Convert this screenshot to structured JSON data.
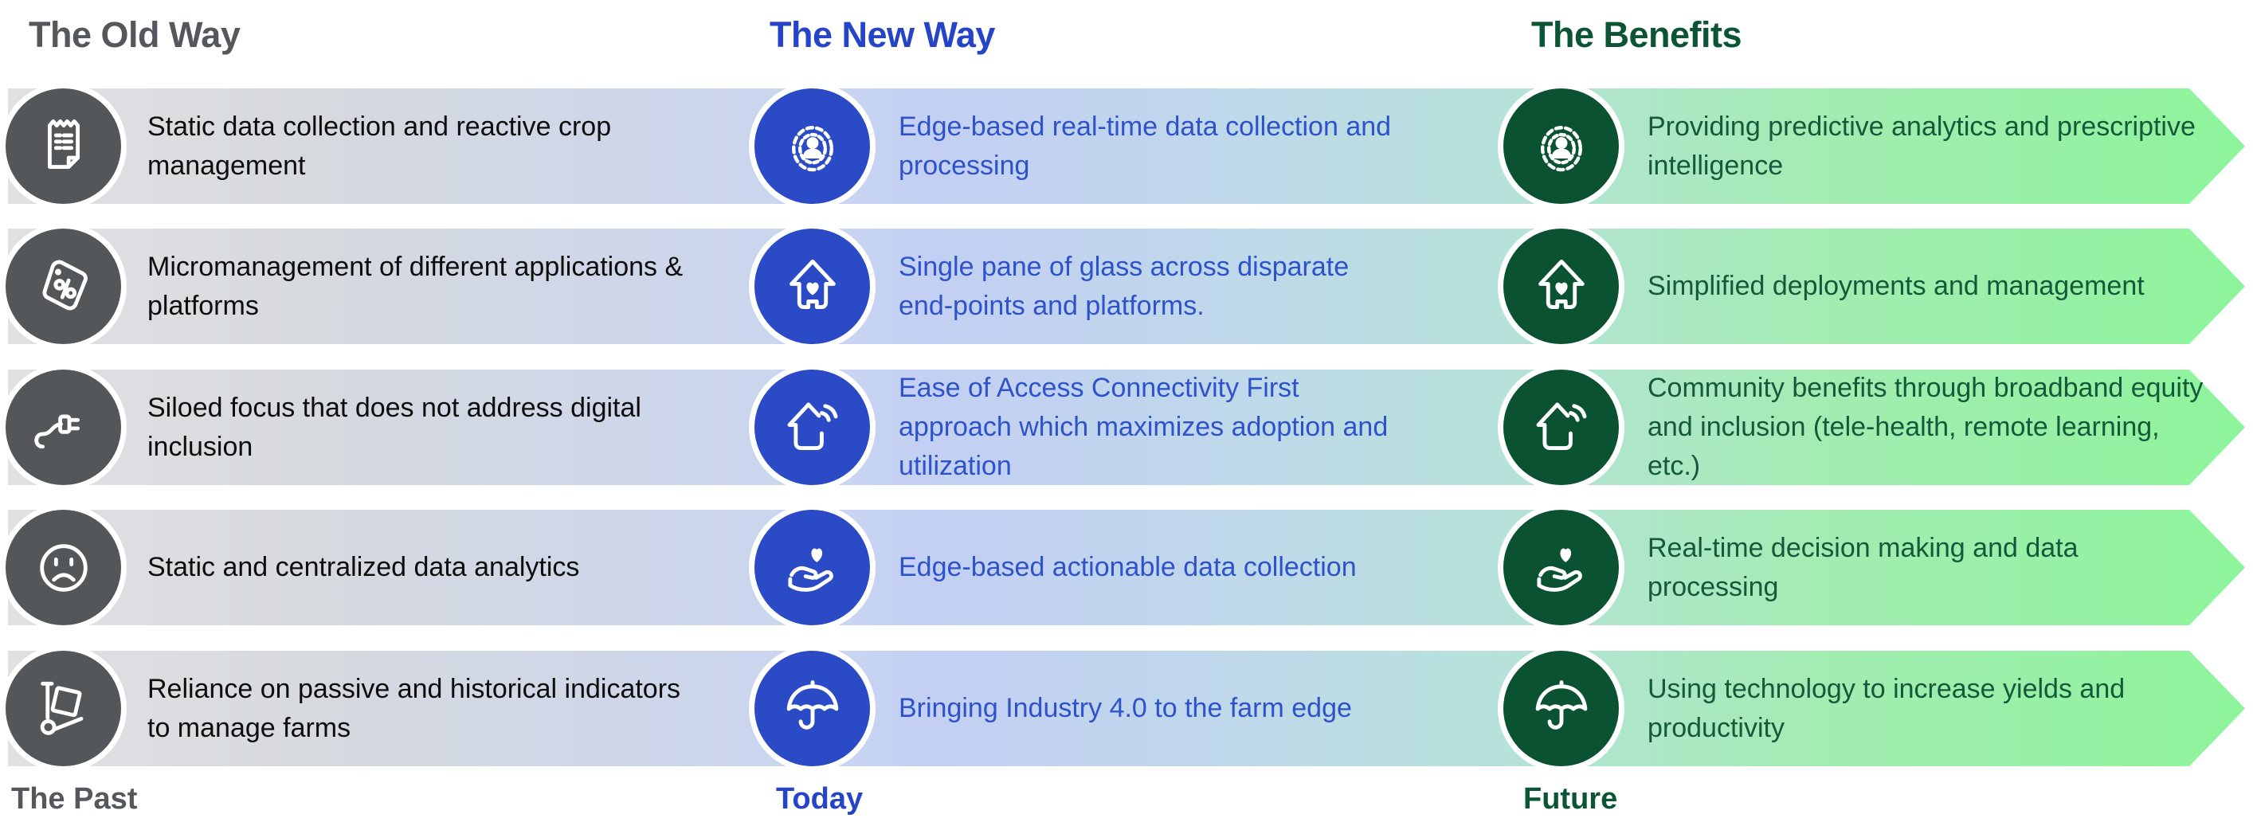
{
  "headers": {
    "old": "The Old Way",
    "new": "The New Way",
    "benefits": "The Benefits"
  },
  "footers": {
    "past": "The Past",
    "today": "Today",
    "future": "Future"
  },
  "rows": [
    {
      "old": {
        "icon": "receipt-icon",
        "text": "Static data collection and reactive crop management"
      },
      "new": {
        "icon": "person-focus-icon",
        "text": "Edge-based real-time data collection and processing"
      },
      "benefit": {
        "icon": "person-focus-icon",
        "text": "Providing predictive analytics and prescriptive intelligence"
      }
    },
    {
      "old": {
        "icon": "price-tag-icon",
        "text": "Micromanagement of different applications & platforms"
      },
      "new": {
        "icon": "house-heart-icon",
        "text": "Single pane of glass across disparate end-points and platforms."
      },
      "benefit": {
        "icon": "house-heart-icon",
        "text": "Simplified deployments and management"
      }
    },
    {
      "old": {
        "icon": "plug-icon",
        "text": "Siloed focus that does not address digital inclusion"
      },
      "new": {
        "icon": "house-wifi-icon",
        "text": "Ease of Access Connectivity First approach which maximizes adoption and utilization"
      },
      "benefit": {
        "icon": "house-wifi-icon",
        "text": "Community benefits through broadband equity and inclusion (tele-health, remote learning, etc.)"
      }
    },
    {
      "old": {
        "icon": "sad-face-icon",
        "text": "Static and centralized data analytics"
      },
      "new": {
        "icon": "hand-heart-icon",
        "text": "Edge-based actionable data collection"
      },
      "benefit": {
        "icon": "hand-heart-icon",
        "text": "Real-time decision making and data processing"
      }
    },
    {
      "old": {
        "icon": "hand-truck-icon",
        "text": "Reliance on passive and historical indicators to manage farms"
      },
      "new": {
        "icon": "umbrella-icon",
        "text": "Bringing Industry 4.0 to the farm edge"
      },
      "benefit": {
        "icon": "umbrella-icon",
        "text": "Using technology to increase yields and productivity"
      }
    }
  ],
  "colors": {
    "old_heading": "#54585c",
    "new_heading": "#2544c8",
    "benefit_heading": "#0b5434",
    "old_text": "#0d0d0d",
    "new_text": "#2d52ca",
    "benefit_text": "#14593a",
    "old_circle": "#53575a",
    "new_circle": "#2b4ac5",
    "benefit_circle": "#0b5233",
    "band_gray": "#e0e1e3",
    "band_periwinkle": "#c8d4f1",
    "band_lavender": "#c3cff3",
    "band_teal": "#b7e1dc",
    "band_lightgreen": "#a3ecb2",
    "band_green": "#8df49b"
  }
}
